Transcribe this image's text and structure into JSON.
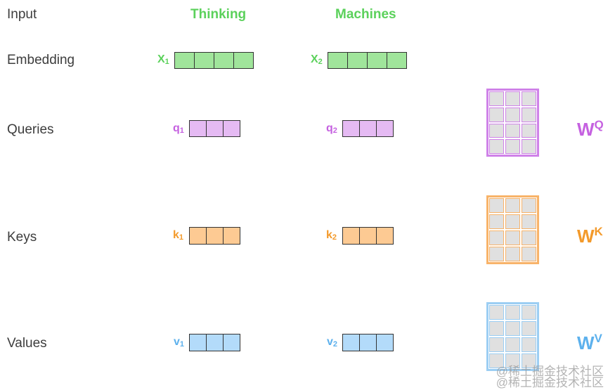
{
  "rows": {
    "input": "Input",
    "embedding": "Embedding",
    "queries": "Queries",
    "keys": "Keys",
    "values": "Values"
  },
  "words": [
    "Thinking",
    "Machines"
  ],
  "vectors": {
    "x1": {
      "base": "X",
      "sub": "1"
    },
    "x2": {
      "base": "X",
      "sub": "2"
    },
    "q1": {
      "base": "q",
      "sub": "1"
    },
    "q2": {
      "base": "q",
      "sub": "2"
    },
    "k1": {
      "base": "k",
      "sub": "1"
    },
    "k2": {
      "base": "k",
      "sub": "2"
    },
    "v1": {
      "base": "v",
      "sub": "1"
    },
    "v2": {
      "base": "v",
      "sub": "2"
    }
  },
  "weights": {
    "wq": {
      "base": "W",
      "sup": "Q"
    },
    "wk": {
      "base": "W",
      "sup": "K"
    },
    "wv": {
      "base": "W",
      "sup": "V"
    }
  },
  "colors": {
    "green": "#5bd15b",
    "green_fill": "#a0e59b",
    "purple": "#c561e0",
    "purple_fill": "#e5baf3",
    "orange": "#f39a2b",
    "orange_fill": "#fdca93",
    "blue": "#5db1ed",
    "blue_fill": "#b3dbfa"
  },
  "watermark": [
    "@稀土掘金技术社区",
    "@稀土掘金技术社区"
  ]
}
